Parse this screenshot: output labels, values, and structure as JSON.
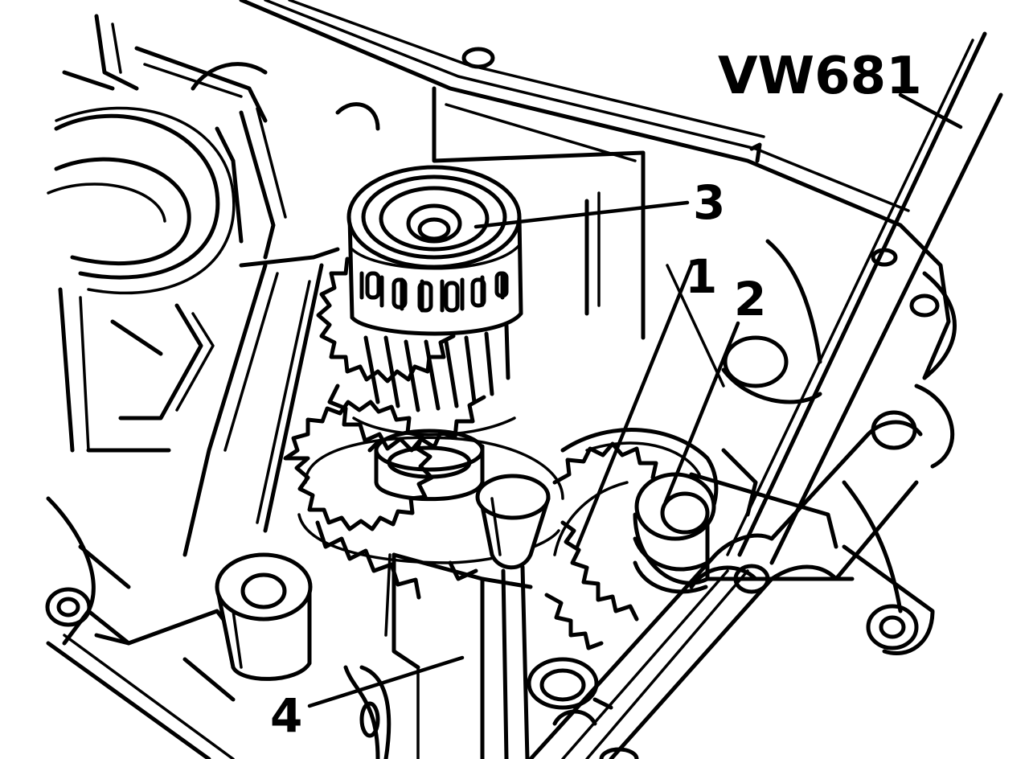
{
  "labels": {
    "tool": "VW681",
    "part_1": "1",
    "part_2": "2",
    "part_3": "3",
    "part_4": "4"
  },
  "colors": {
    "ink": "#000000",
    "paper": "#ffffff"
  }
}
